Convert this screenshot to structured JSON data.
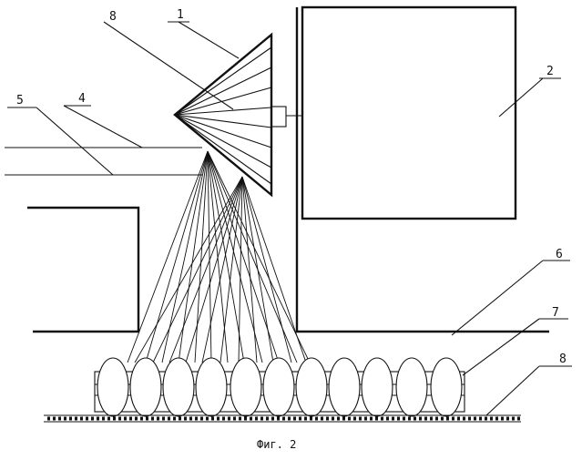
{
  "labels": {
    "l1": "1",
    "l2": "2",
    "l3": "8",
    "l4": "4",
    "l5": "5",
    "l6": "6",
    "l7": "7",
    "l8": "8"
  },
  "caption": "Фиг. 2"
}
